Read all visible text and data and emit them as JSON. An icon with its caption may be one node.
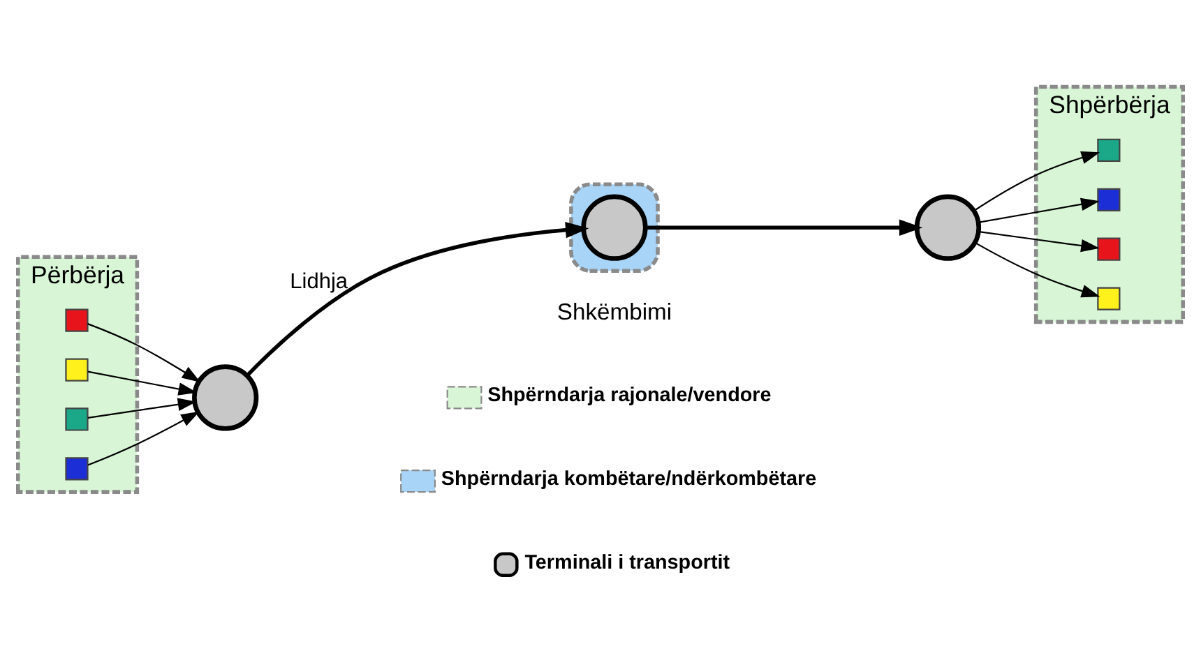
{
  "diagram": {
    "nodes": [
      {
        "text": [
          "Përbërja"
        ]
      },
      {
        "text": [],
        "shape": "box"
      },
      {
        "text": [
          "Shpërbërja"
        ]
      },
      {
        "text": [],
        "shape": "circle"
      },
      {
        "text": [],
        "shape": "circle",
        "in": 1
      },
      {
        "text": [],
        "shape": "circle"
      },
      {
        "text": [],
        "shape": "box",
        "in": 0
      },
      {
        "text": [],
        "shape": "box",
        "in": 0
      },
      {
        "text": [],
        "shape": "box",
        "in": 0
      },
      {
        "text": [],
        "shape": "box",
        "in": 0
      },
      {
        "text": [],
        "shape": "box",
        "in": 2
      },
      {
        "text": [],
        "shape": "box",
        "in": 2
      },
      {
        "text": [],
        "shape": "box",
        "in": 2
      },
      {
        "text": [],
        "shape": "box",
        "in": 2
      }
    ],
    "edges": [
      {
        "from": 6,
        "to": 3,
        "arrow": "to"
      },
      {
        "from": 7,
        "to": 3,
        "arrow": "to"
      },
      {
        "from": 8,
        "to": 3,
        "arrow": "to"
      },
      {
        "from": 9,
        "to": 3,
        "arrow": "to"
      },
      {
        "from": 3,
        "to": 4,
        "arrow": "to",
        "label": "Lidhja",
        "style": "thick"
      },
      {
        "from": 4,
        "to": 5,
        "arrow": "to",
        "style": "thick"
      },
      {
        "from": 5,
        "to": 10,
        "arrow": "to"
      },
      {
        "from": 5,
        "to": 11,
        "arrow": "to"
      },
      {
        "from": 5,
        "to": 12,
        "arrow": "to"
      },
      {
        "from": 5,
        "to": 13,
        "arrow": "to"
      }
    ],
    "labels": [
      "Shkëmbimi"
    ],
    "legend": [
      {
        "text": "Shpërndarja rajonale/vendore",
        "color": "#d8f5d6"
      },
      {
        "text": "Shpërndarja kombëtare/ndërkombëtare",
        "color": "#a8d4f7"
      },
      {
        "text": "Terminali i transportit"
      }
    ]
  }
}
